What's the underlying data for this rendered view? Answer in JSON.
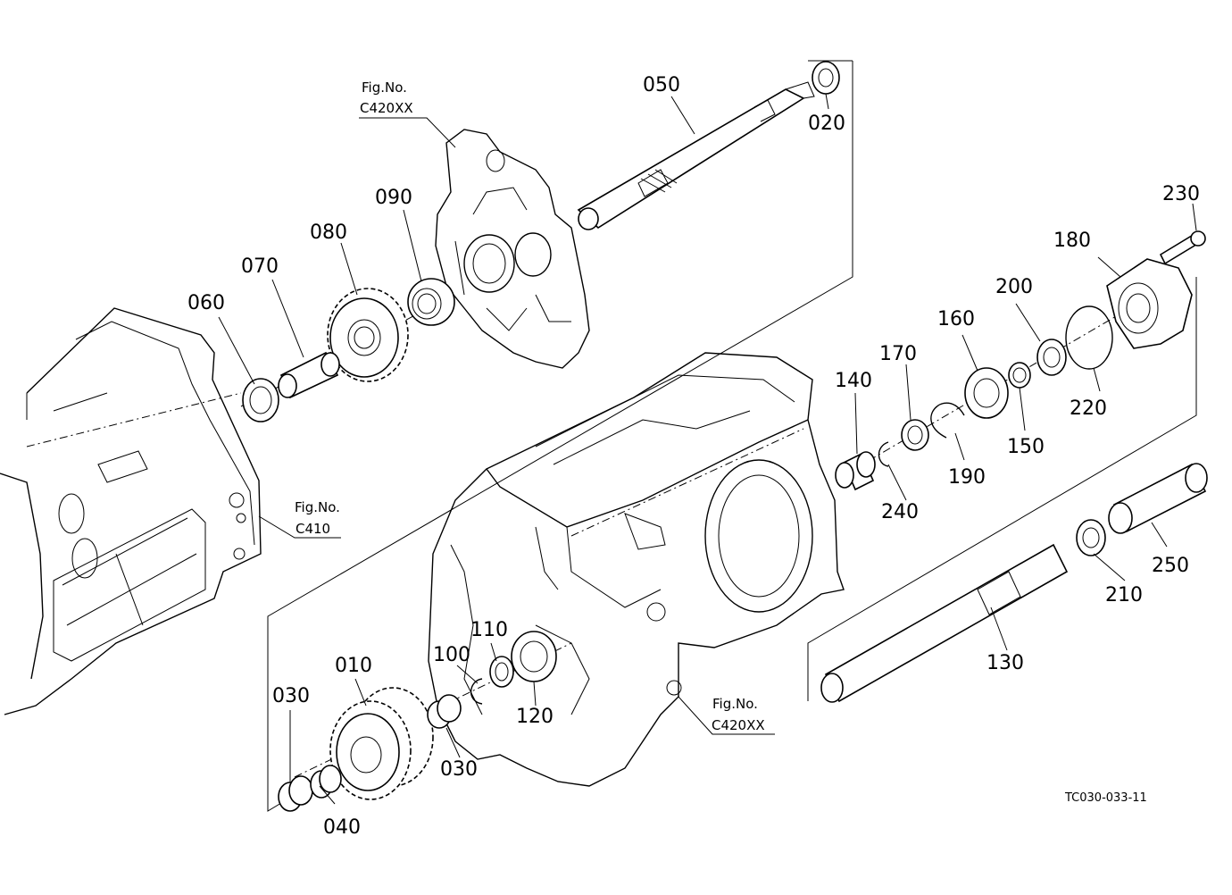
{
  "diagram": {
    "part_labels": [
      {
        "id": "p010",
        "text": "010"
      },
      {
        "id": "p020",
        "text": "020"
      },
      {
        "id": "p030a",
        "text": "030"
      },
      {
        "id": "p030b",
        "text": "030"
      },
      {
        "id": "p040",
        "text": "040"
      },
      {
        "id": "p050",
        "text": "050"
      },
      {
        "id": "p060",
        "text": "060"
      },
      {
        "id": "p070",
        "text": "070"
      },
      {
        "id": "p080",
        "text": "080"
      },
      {
        "id": "p090",
        "text": "090"
      },
      {
        "id": "p100",
        "text": "100"
      },
      {
        "id": "p110",
        "text": "110"
      },
      {
        "id": "p120",
        "text": "120"
      },
      {
        "id": "p130",
        "text": "130"
      },
      {
        "id": "p140",
        "text": "140"
      },
      {
        "id": "p150",
        "text": "150"
      },
      {
        "id": "p160",
        "text": "160"
      },
      {
        "id": "p170",
        "text": "170"
      },
      {
        "id": "p180",
        "text": "180"
      },
      {
        "id": "p190",
        "text": "190"
      },
      {
        "id": "p200",
        "text": "200"
      },
      {
        "id": "p210",
        "text": "210"
      },
      {
        "id": "p220",
        "text": "220"
      },
      {
        "id": "p230",
        "text": "230"
      },
      {
        "id": "p240",
        "text": "240"
      },
      {
        "id": "p250",
        "text": "250"
      }
    ],
    "fig_refs": [
      {
        "line1": "Fig.No.",
        "line2": "C420XX"
      },
      {
        "line1": "Fig.No.",
        "line2": "C410"
      },
      {
        "line1": "Fig.No.",
        "line2": "C420XX"
      }
    ],
    "drawing_code": "TC030-033-11"
  }
}
